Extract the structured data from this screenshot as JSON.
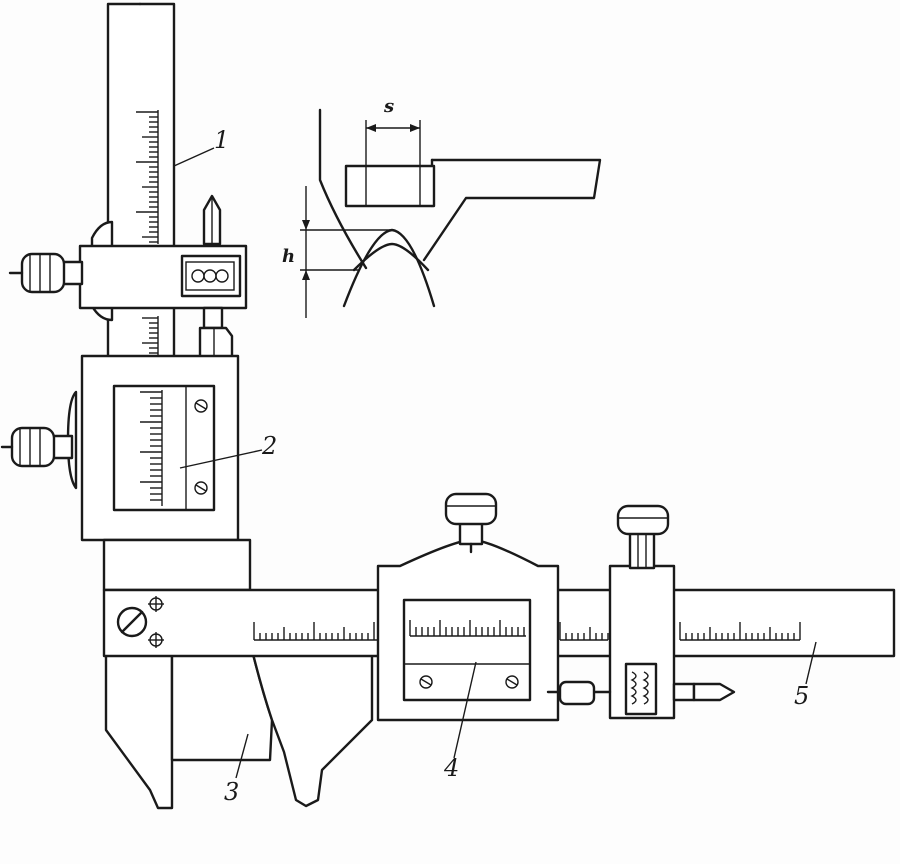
{
  "labels": {
    "part_1": "1",
    "part_2": "2",
    "part_3": "3",
    "part_4": "4",
    "part_5": "5",
    "dim_s": "s",
    "dim_h": "h"
  },
  "colors": {
    "ink": "#1a1a1a",
    "paper": "#ffffff"
  }
}
